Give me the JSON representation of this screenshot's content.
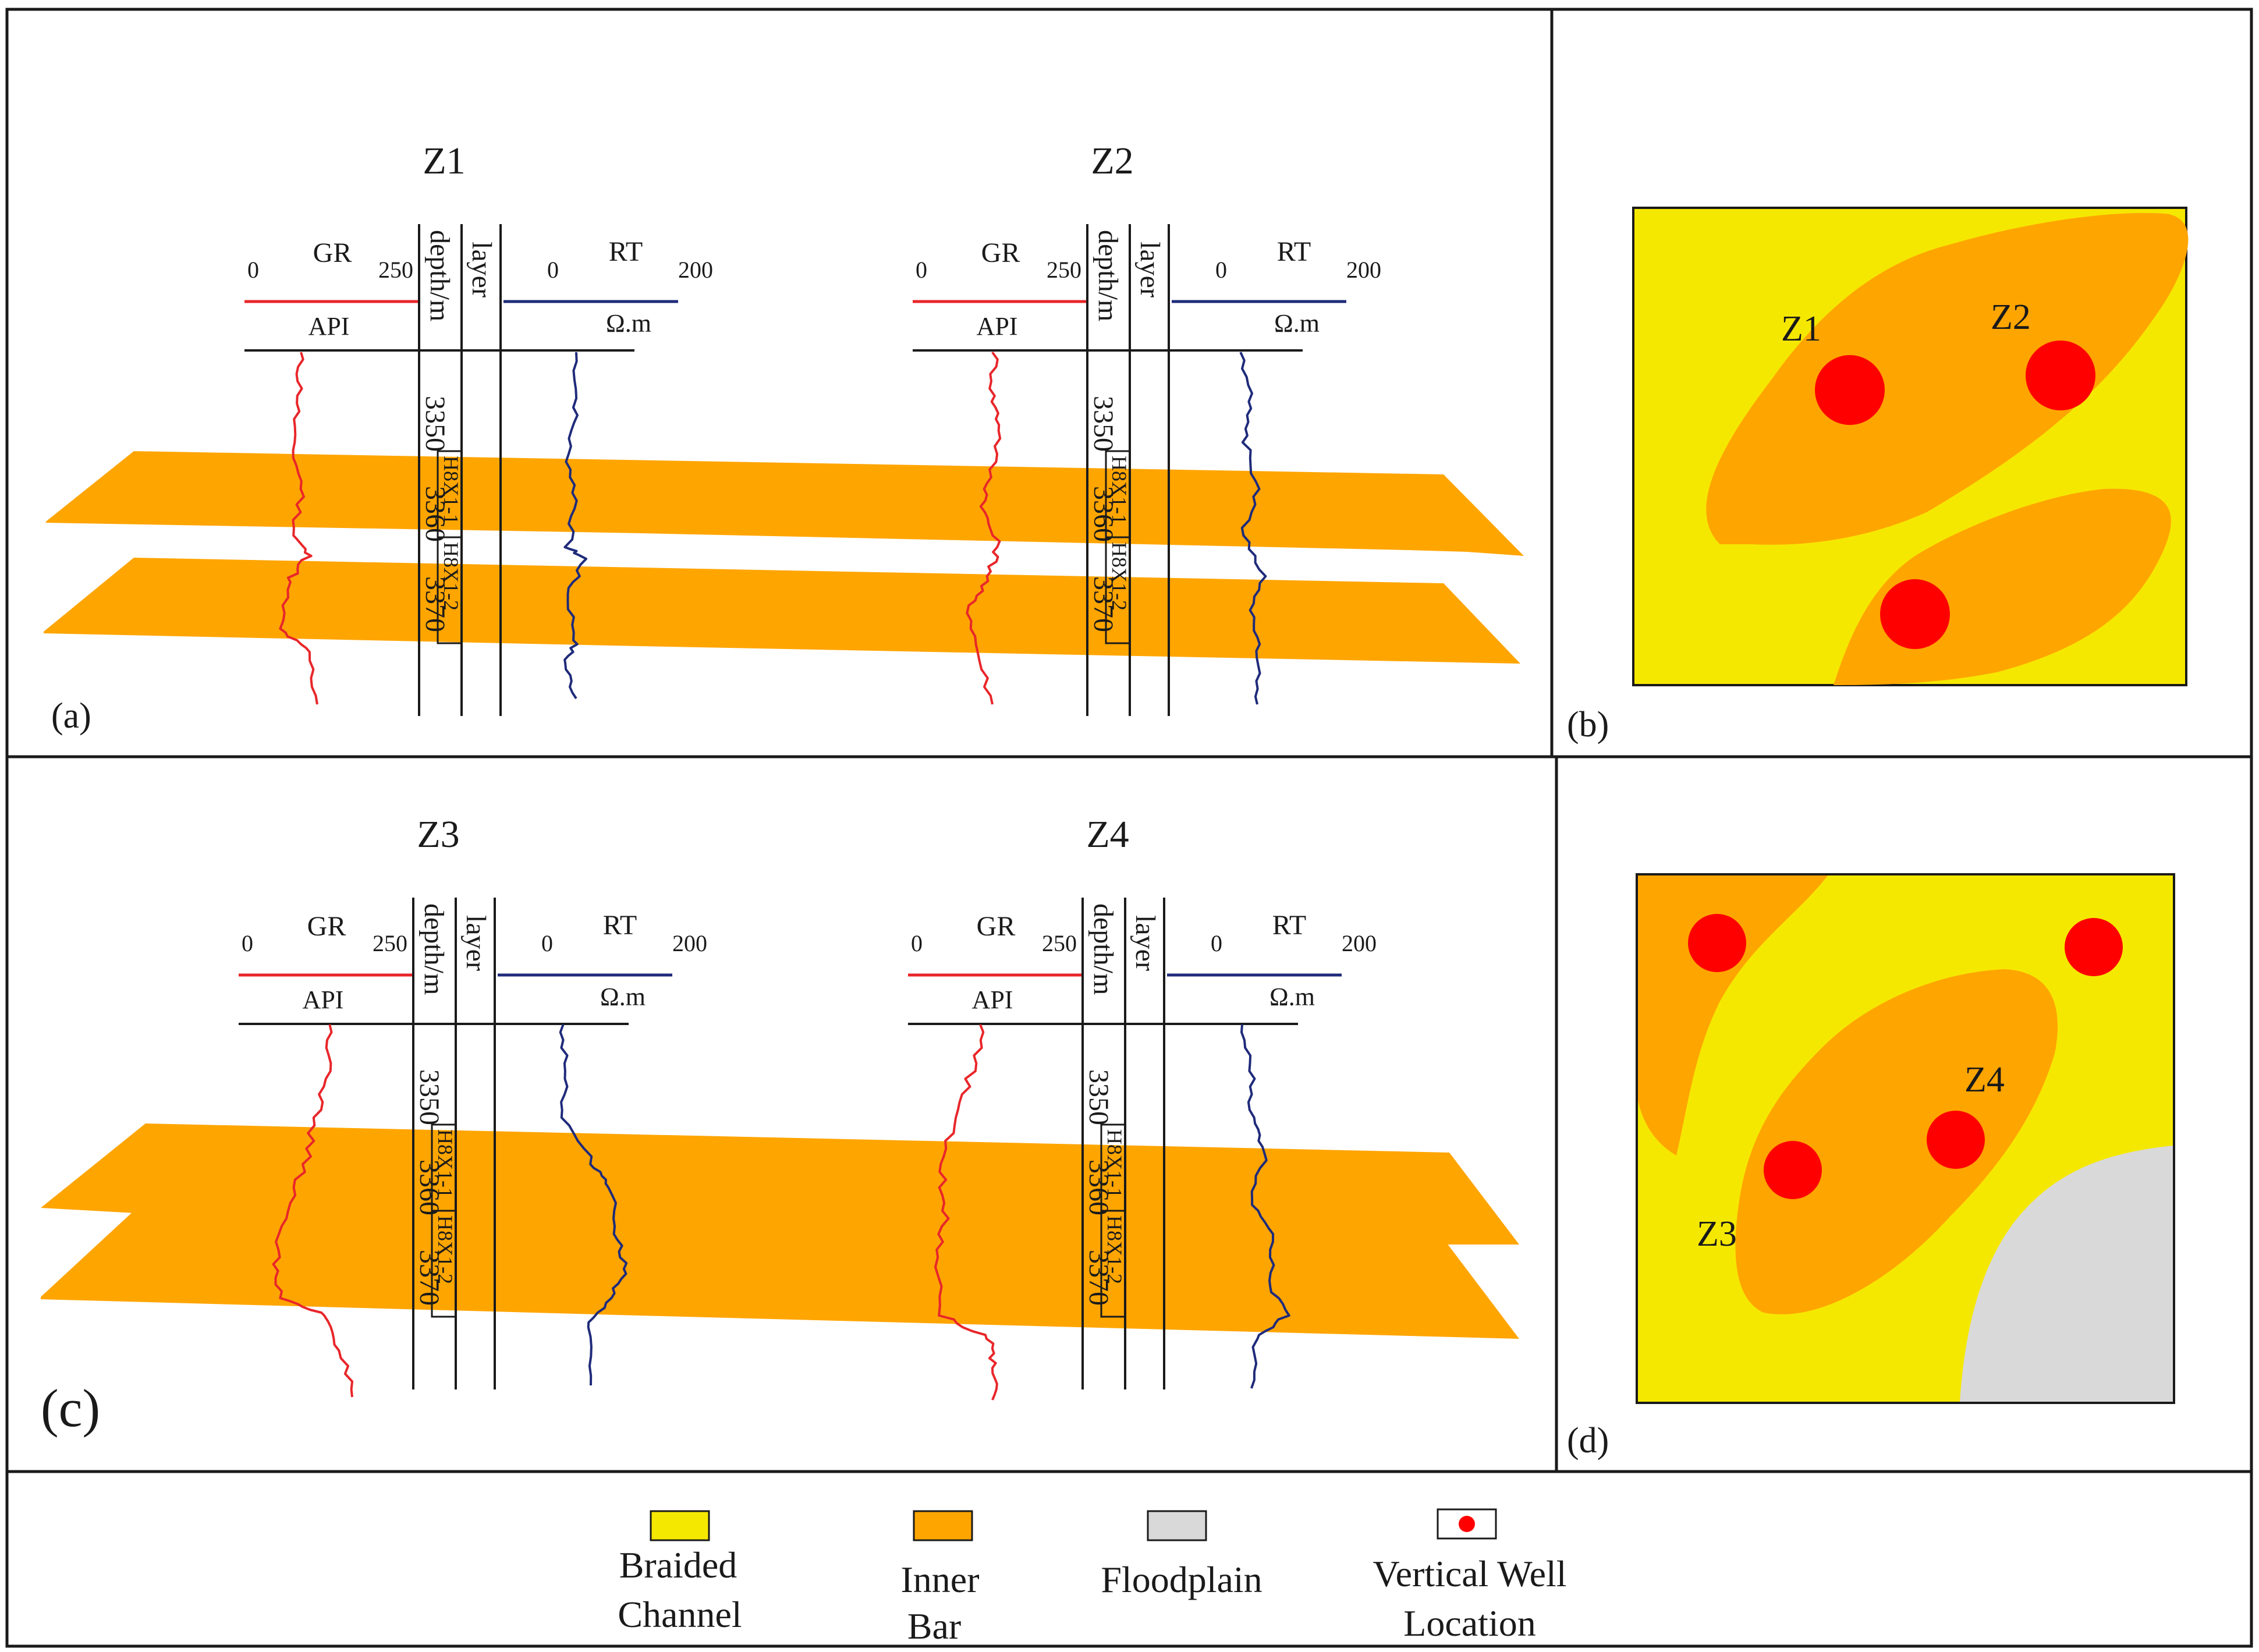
{
  "colors": {
    "braided": "#F5E800",
    "inner_bar": "#FFA500",
    "floodplain": "#D9D9D9",
    "well": "#FF0000",
    "gr_curve": "#E8262A",
    "rt_curve": "#1F2B7A",
    "frame": "#1a1a1a"
  },
  "panels": {
    "a": "(a)",
    "b": "(b)",
    "c": "(c)",
    "d": "(d)"
  },
  "track": {
    "gr_name": "GR",
    "gr_min": "0",
    "gr_max": "250",
    "gr_unit": "API",
    "depth_label": "depth/m",
    "layer_label": "layer",
    "rt_name": "RT",
    "rt_min": "0",
    "rt_max": "200",
    "rt_unit": "Ω.m"
  },
  "depth_ticks": [
    "3350",
    "3360",
    "3370"
  ],
  "wells": [
    {
      "name": "Z1",
      "layers": [
        "H8X1-1",
        "H8X1-2"
      ]
    },
    {
      "name": "Z2",
      "layers": [
        "H8X1-1",
        "H8X1-2"
      ]
    },
    {
      "name": "Z3",
      "layers": [
        "H8X1-1",
        "H8X1-2"
      ]
    },
    {
      "name": "Z4",
      "layers": [
        "H8X1-1",
        "H8X1-2"
      ]
    }
  ],
  "map_labels": {
    "b_z1": "Z1",
    "b_z2": "Z2",
    "d_z3": "Z3",
    "d_z4": "Z4"
  },
  "legend": {
    "braided": [
      "Braided",
      "Channel"
    ],
    "inner_bar": [
      "Inner",
      "Bar"
    ],
    "floodplain": [
      "Floodplain"
    ],
    "well": [
      "Vertical Well",
      "Location"
    ]
  }
}
